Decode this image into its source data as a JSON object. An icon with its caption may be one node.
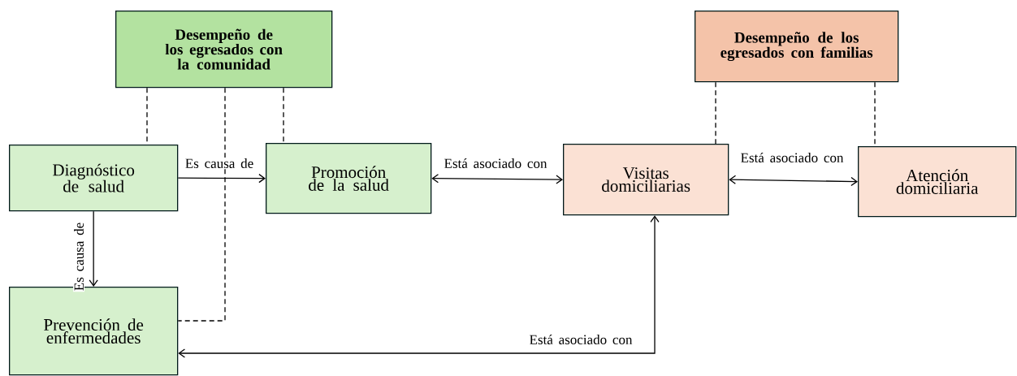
{
  "diagram": {
    "nodes": [
      {
        "text": [
          "Desempeño de los egresados con la comunidad"
        ]
      },
      {
        "text": [
          "Diagnóstico de salud"
        ]
      },
      {
        "text": [
          "Promoción de la salud"
        ]
      },
      {
        "text": [
          "Desempeño de los egresados con familias"
        ]
      },
      {
        "text": [
          "Visitas domiciliarias"
        ]
      },
      {
        "text": [
          "Atención domiciliaria"
        ]
      },
      {
        "text": [
          "Prevención de enfermedades"
        ]
      }
    ],
    "edges": [
      {
        "from": 1,
        "to": 2,
        "arrow": "to",
        "label": "Es causa de"
      },
      {
        "from": 2,
        "to": 4,
        "arrow": "both",
        "label": "Está asociado con"
      },
      {
        "from": 4,
        "to": 5,
        "arrow": "both",
        "label": "Está asociado con"
      },
      {
        "from": 1,
        "to": 6,
        "arrow": "to",
        "label": "Es causa de"
      },
      {
        "from": 6,
        "to": 4,
        "arrow": "both",
        "label": "Está asociado con"
      },
      {
        "from": 0,
        "to": 1,
        "arrow": "none",
        "style": "dashed"
      },
      {
        "from": 0,
        "to": 2,
        "arrow": "none",
        "style": "dashed"
      },
      {
        "from": 0,
        "to": 6,
        "arrow": "none",
        "style": "dashed"
      },
      {
        "from": 3,
        "to": 4,
        "arrow": "none",
        "style": "dashed"
      },
      {
        "from": 3,
        "to": 5,
        "arrow": "none",
        "style": "dashed"
      }
    ]
  }
}
